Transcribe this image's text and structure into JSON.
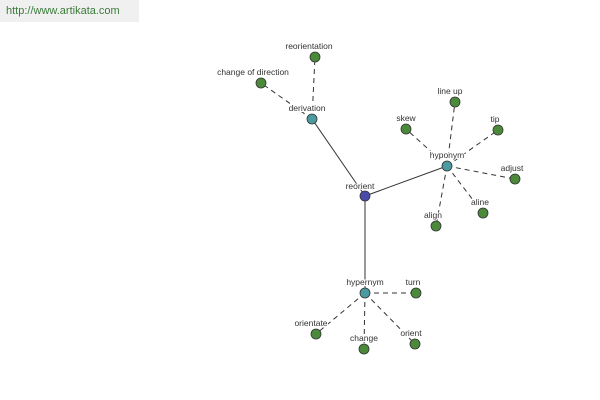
{
  "source_url": "http://www.artikata.com",
  "colors": {
    "root": "#4a4aa8",
    "category": "#4a9aa0",
    "leaf": "#4a8a3a",
    "url": "#3a7a3a"
  },
  "graph": {
    "nodes": [
      {
        "id": "reorient",
        "label": "reorient",
        "kind": "root"
      },
      {
        "id": "derivation",
        "label": "derivation",
        "kind": "category"
      },
      {
        "id": "hyponym",
        "label": "hyponym",
        "kind": "category"
      },
      {
        "id": "hypernym",
        "label": "hypernym",
        "kind": "category"
      },
      {
        "id": "reorientation",
        "label": "reorientation",
        "kind": "leaf"
      },
      {
        "id": "change-of-direction",
        "label": "change of direction",
        "kind": "leaf"
      },
      {
        "id": "line-up",
        "label": "line up",
        "kind": "leaf"
      },
      {
        "id": "skew",
        "label": "skew",
        "kind": "leaf"
      },
      {
        "id": "tip",
        "label": "tip",
        "kind": "leaf"
      },
      {
        "id": "adjust",
        "label": "adjust",
        "kind": "leaf"
      },
      {
        "id": "aline",
        "label": "aline",
        "kind": "leaf"
      },
      {
        "id": "align",
        "label": "align",
        "kind": "leaf"
      },
      {
        "id": "turn",
        "label": "turn",
        "kind": "leaf"
      },
      {
        "id": "orientate",
        "label": "orientate",
        "kind": "leaf"
      },
      {
        "id": "change",
        "label": "change",
        "kind": "leaf"
      },
      {
        "id": "orient",
        "label": "orient",
        "kind": "leaf"
      }
    ],
    "edges": [
      {
        "from": "reorient",
        "to": "derivation",
        "style": "solid"
      },
      {
        "from": "reorient",
        "to": "hyponym",
        "style": "solid"
      },
      {
        "from": "reorient",
        "to": "hypernym",
        "style": "solid"
      },
      {
        "from": "derivation",
        "to": "reorientation",
        "style": "dashed"
      },
      {
        "from": "derivation",
        "to": "change-of-direction",
        "style": "dashed"
      },
      {
        "from": "hyponym",
        "to": "line-up",
        "style": "dashed"
      },
      {
        "from": "hyponym",
        "to": "skew",
        "style": "dashed"
      },
      {
        "from": "hyponym",
        "to": "tip",
        "style": "dashed"
      },
      {
        "from": "hyponym",
        "to": "adjust",
        "style": "dashed"
      },
      {
        "from": "hyponym",
        "to": "aline",
        "style": "dashed"
      },
      {
        "from": "hyponym",
        "to": "align",
        "style": "dashed"
      },
      {
        "from": "hypernym",
        "to": "turn",
        "style": "dashed"
      },
      {
        "from": "hypernym",
        "to": "orientate",
        "style": "dashed"
      },
      {
        "from": "hypernym",
        "to": "change",
        "style": "dashed"
      },
      {
        "from": "hypernym",
        "to": "orient",
        "style": "dashed"
      }
    ]
  }
}
